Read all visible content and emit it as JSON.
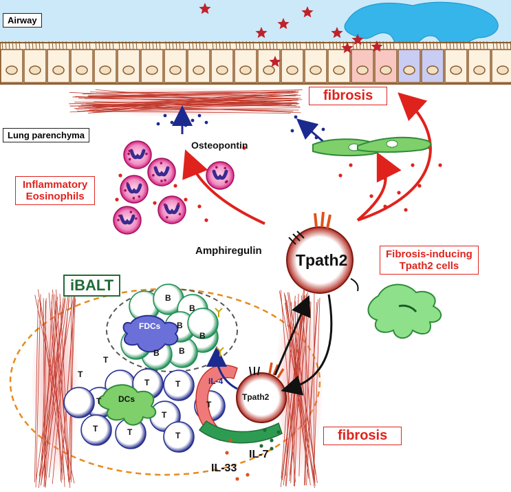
{
  "labels": {
    "airway": "Airway",
    "lung_parenchyma": "Lung parenchyma",
    "fibrosis_top": "fibrosis",
    "fibrosis_bottom": "fibrosis",
    "osteopontin": "Osteopontin",
    "inflammatory_eosinophils": [
      "Inflammatory",
      "Eosinophils"
    ],
    "amphiregulin": "Amphiregulin",
    "tpath2_main": "Tpath2",
    "tpath2_small": "Tpath2",
    "fibrosis_inducing": [
      "Fibrosis-inducing",
      "Tpath2 cells"
    ],
    "ibalt": "iBALT",
    "fdcs": "FDCs",
    "dcs": "DCs",
    "b_cell": "B",
    "t_cell": "T",
    "il4": "IL-4",
    "il7": "IL-7",
    "il33": "IL-33"
  },
  "colors": {
    "airway_fill": "#cbe9f8",
    "epithelium": "#8b5a2b",
    "fibrosis_red": "#e0221c",
    "mucus": "#35b5e9",
    "eosinophil": "#d21f7e",
    "navy": "#1c2a8f",
    "ibalt_green": "#1f6b35",
    "dashed_orange": "#e88a1a"
  }
}
